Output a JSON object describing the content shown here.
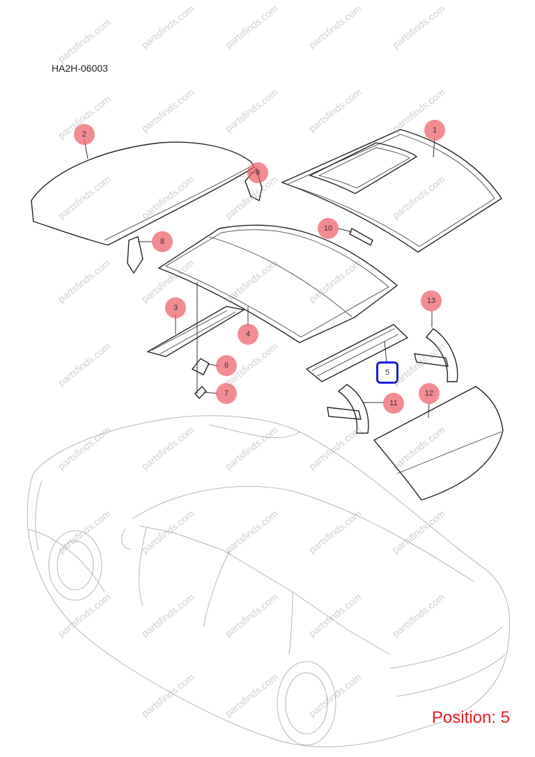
{
  "diagram_code": "HA2H-06003",
  "position_text": "Position: 5",
  "watermark": "partsfinds.com",
  "selected_callout": "5",
  "callouts": [
    "1",
    "2",
    "3",
    "4",
    "5",
    "6",
    "7",
    "8",
    "9",
    "10",
    "11",
    "12",
    "13"
  ],
  "colors": {
    "callout_fill": "#ee5a64",
    "selected_border": "#1b1bd6",
    "position_text": "#e32020"
  }
}
